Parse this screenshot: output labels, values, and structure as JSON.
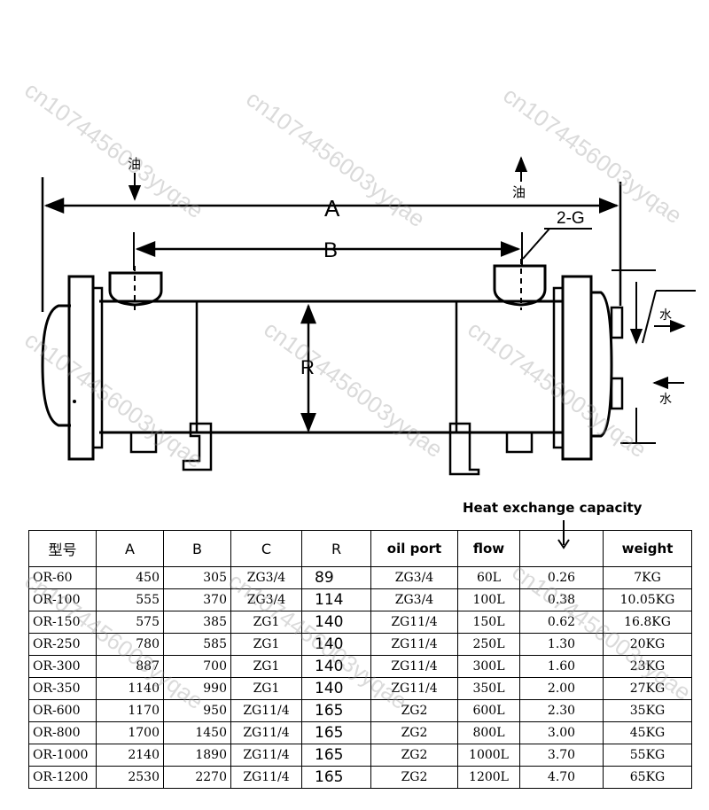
{
  "diagram": {
    "dimensions": {
      "a": "A",
      "b": "B",
      "r": "R",
      "port": "2-G"
    },
    "media": {
      "oil_in": "油",
      "oil_out": "油",
      "water_out": "水",
      "water_in": "水"
    }
  },
  "capacity_note": "Heat exchange capacity",
  "table": {
    "headers": [
      "型号",
      "A",
      "B",
      "C",
      "R",
      "oil port",
      "flow",
      "",
      "weight"
    ],
    "rows": [
      [
        "OR-60",
        "450",
        "305",
        "ZG3/4",
        "89",
        "ZG3/4",
        "60L",
        "0.26",
        "7KG"
      ],
      [
        "OR-100",
        "555",
        "370",
        "ZG3/4",
        "114",
        "ZG3/4",
        "100L",
        "0.38",
        "10.05KG"
      ],
      [
        "OR-150",
        "575",
        "385",
        "ZG1",
        "140",
        "ZG11/4",
        "150L",
        "0.62",
        "16.8KG"
      ],
      [
        "OR-250",
        "780",
        "585",
        "ZG1",
        "140",
        "ZG11/4",
        "250L",
        "1.30",
        "20KG"
      ],
      [
        "OR-300",
        "887",
        "700",
        "ZG1",
        "140",
        "ZG11/4",
        "300L",
        "1.60",
        "23KG"
      ],
      [
        "OR-350",
        "1140",
        "990",
        "ZG1",
        "140",
        "ZG11/4",
        "350L",
        "2.00",
        "27KG"
      ],
      [
        "OR-600",
        "1170",
        "950",
        "ZG11/4",
        "165",
        "ZG2",
        "600L",
        "2.30",
        "35KG"
      ],
      [
        "OR-800",
        "1700",
        "1450",
        "ZG11/4",
        "165",
        "ZG2",
        "800L",
        "3.00",
        "45KG"
      ],
      [
        "OR-1000",
        "2140",
        "1890",
        "ZG11/4",
        "165",
        "ZG2",
        "1000L",
        "3.70",
        "55KG"
      ],
      [
        "OR-1200",
        "2530",
        "2270",
        "ZG11/4",
        "165",
        "ZG2",
        "1200L",
        "4.70",
        "65KG"
      ]
    ]
  },
  "watermark": "cn1074456003yyqae"
}
